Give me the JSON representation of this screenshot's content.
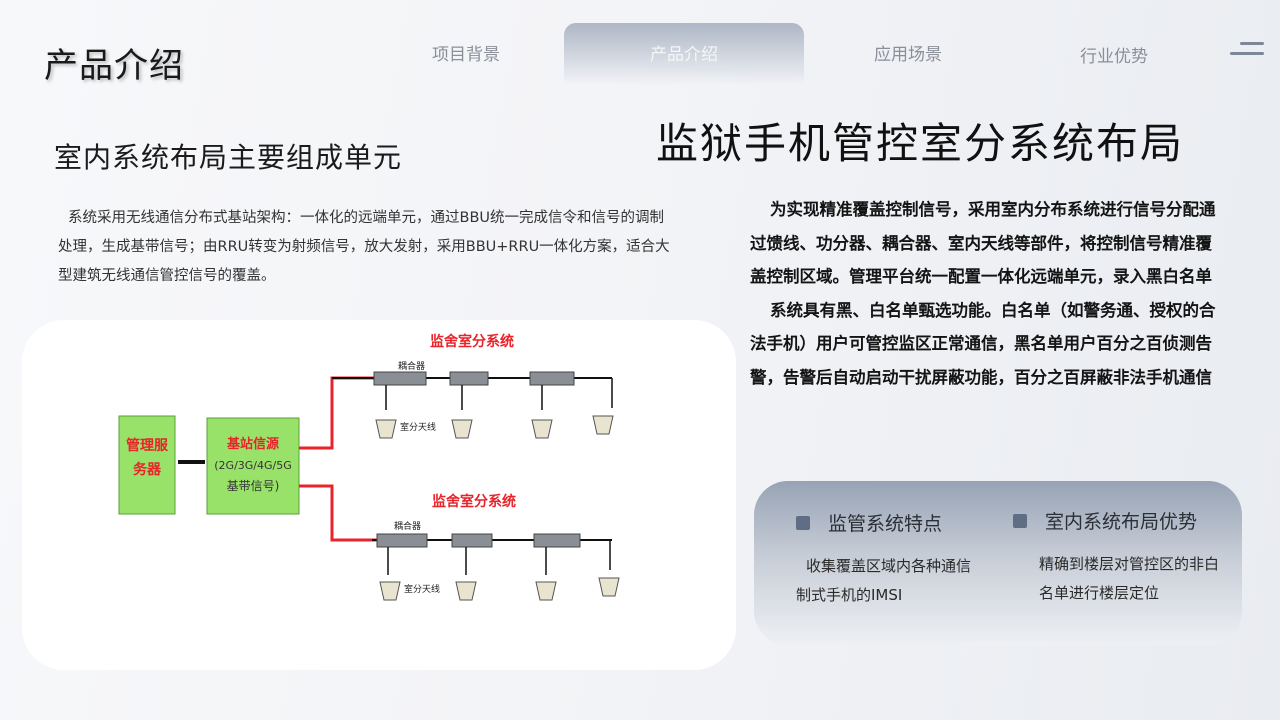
{
  "header": {
    "page_title": "产品介绍",
    "tabs": [
      {
        "label": "项目背景"
      },
      {
        "label": "产品介绍"
      },
      {
        "label": "应用场景"
      },
      {
        "label": "行业优势"
      }
    ],
    "active_tab_index": 1
  },
  "left": {
    "section_title": "室内系统布局主要组成单元",
    "description": "系统采用无线通信分布式基站架构：一体化的远端单元，通过BBU统一完成信令和信号的调制处理，生成基带信号；由RRU转变为射频信号，放大发射，采用BBU+RRU一体化方案，适合大型建筑无线通信管控信号的覆盖。"
  },
  "diagram": {
    "server_label_1": "管理服",
    "server_label_2": "务器",
    "bs_label_1": "基站信源",
    "bs_label_2": "(2G/3G/4G/5G",
    "bs_label_3": "基带信号)",
    "branch_title": "监舍室分系统",
    "coupler_label": "耦合器",
    "antenna_label": "室分天线"
  },
  "right": {
    "main_title": "监狱手机管控室分系统布局",
    "paragraphs": [
      "为实现精准覆盖控制信号，采用室内分布系统进行信号分配通过馈线、功分器、耦合器、室内天线等部件，将控制信号精准覆盖控制区域。管理平台统一配置一体化远端单元，录入黑白名单",
      "系统具有黑、白名单甄选功能。白名单（如警务通、授权的合法手机）用户可管控监区正常通信，黑名单用户百分之百侦测告警，告警后自动启动干扰屏蔽功能，百分之百屏蔽非法手机通信"
    ]
  },
  "features": [
    {
      "title": "监管系统特点",
      "text": "收集覆盖区域内各种通信制式手机的IMSI"
    },
    {
      "title": "室内系统布局优势",
      "text": "精确到楼层对管控区的非白名单进行楼层定位"
    }
  ],
  "colors": {
    "accent": "#5f6e84",
    "active_tab": "#aeb7c6",
    "diagram_green": "#99e26a",
    "diagram_red": "#e8232a",
    "diagram_title_red": "#e8232a"
  }
}
